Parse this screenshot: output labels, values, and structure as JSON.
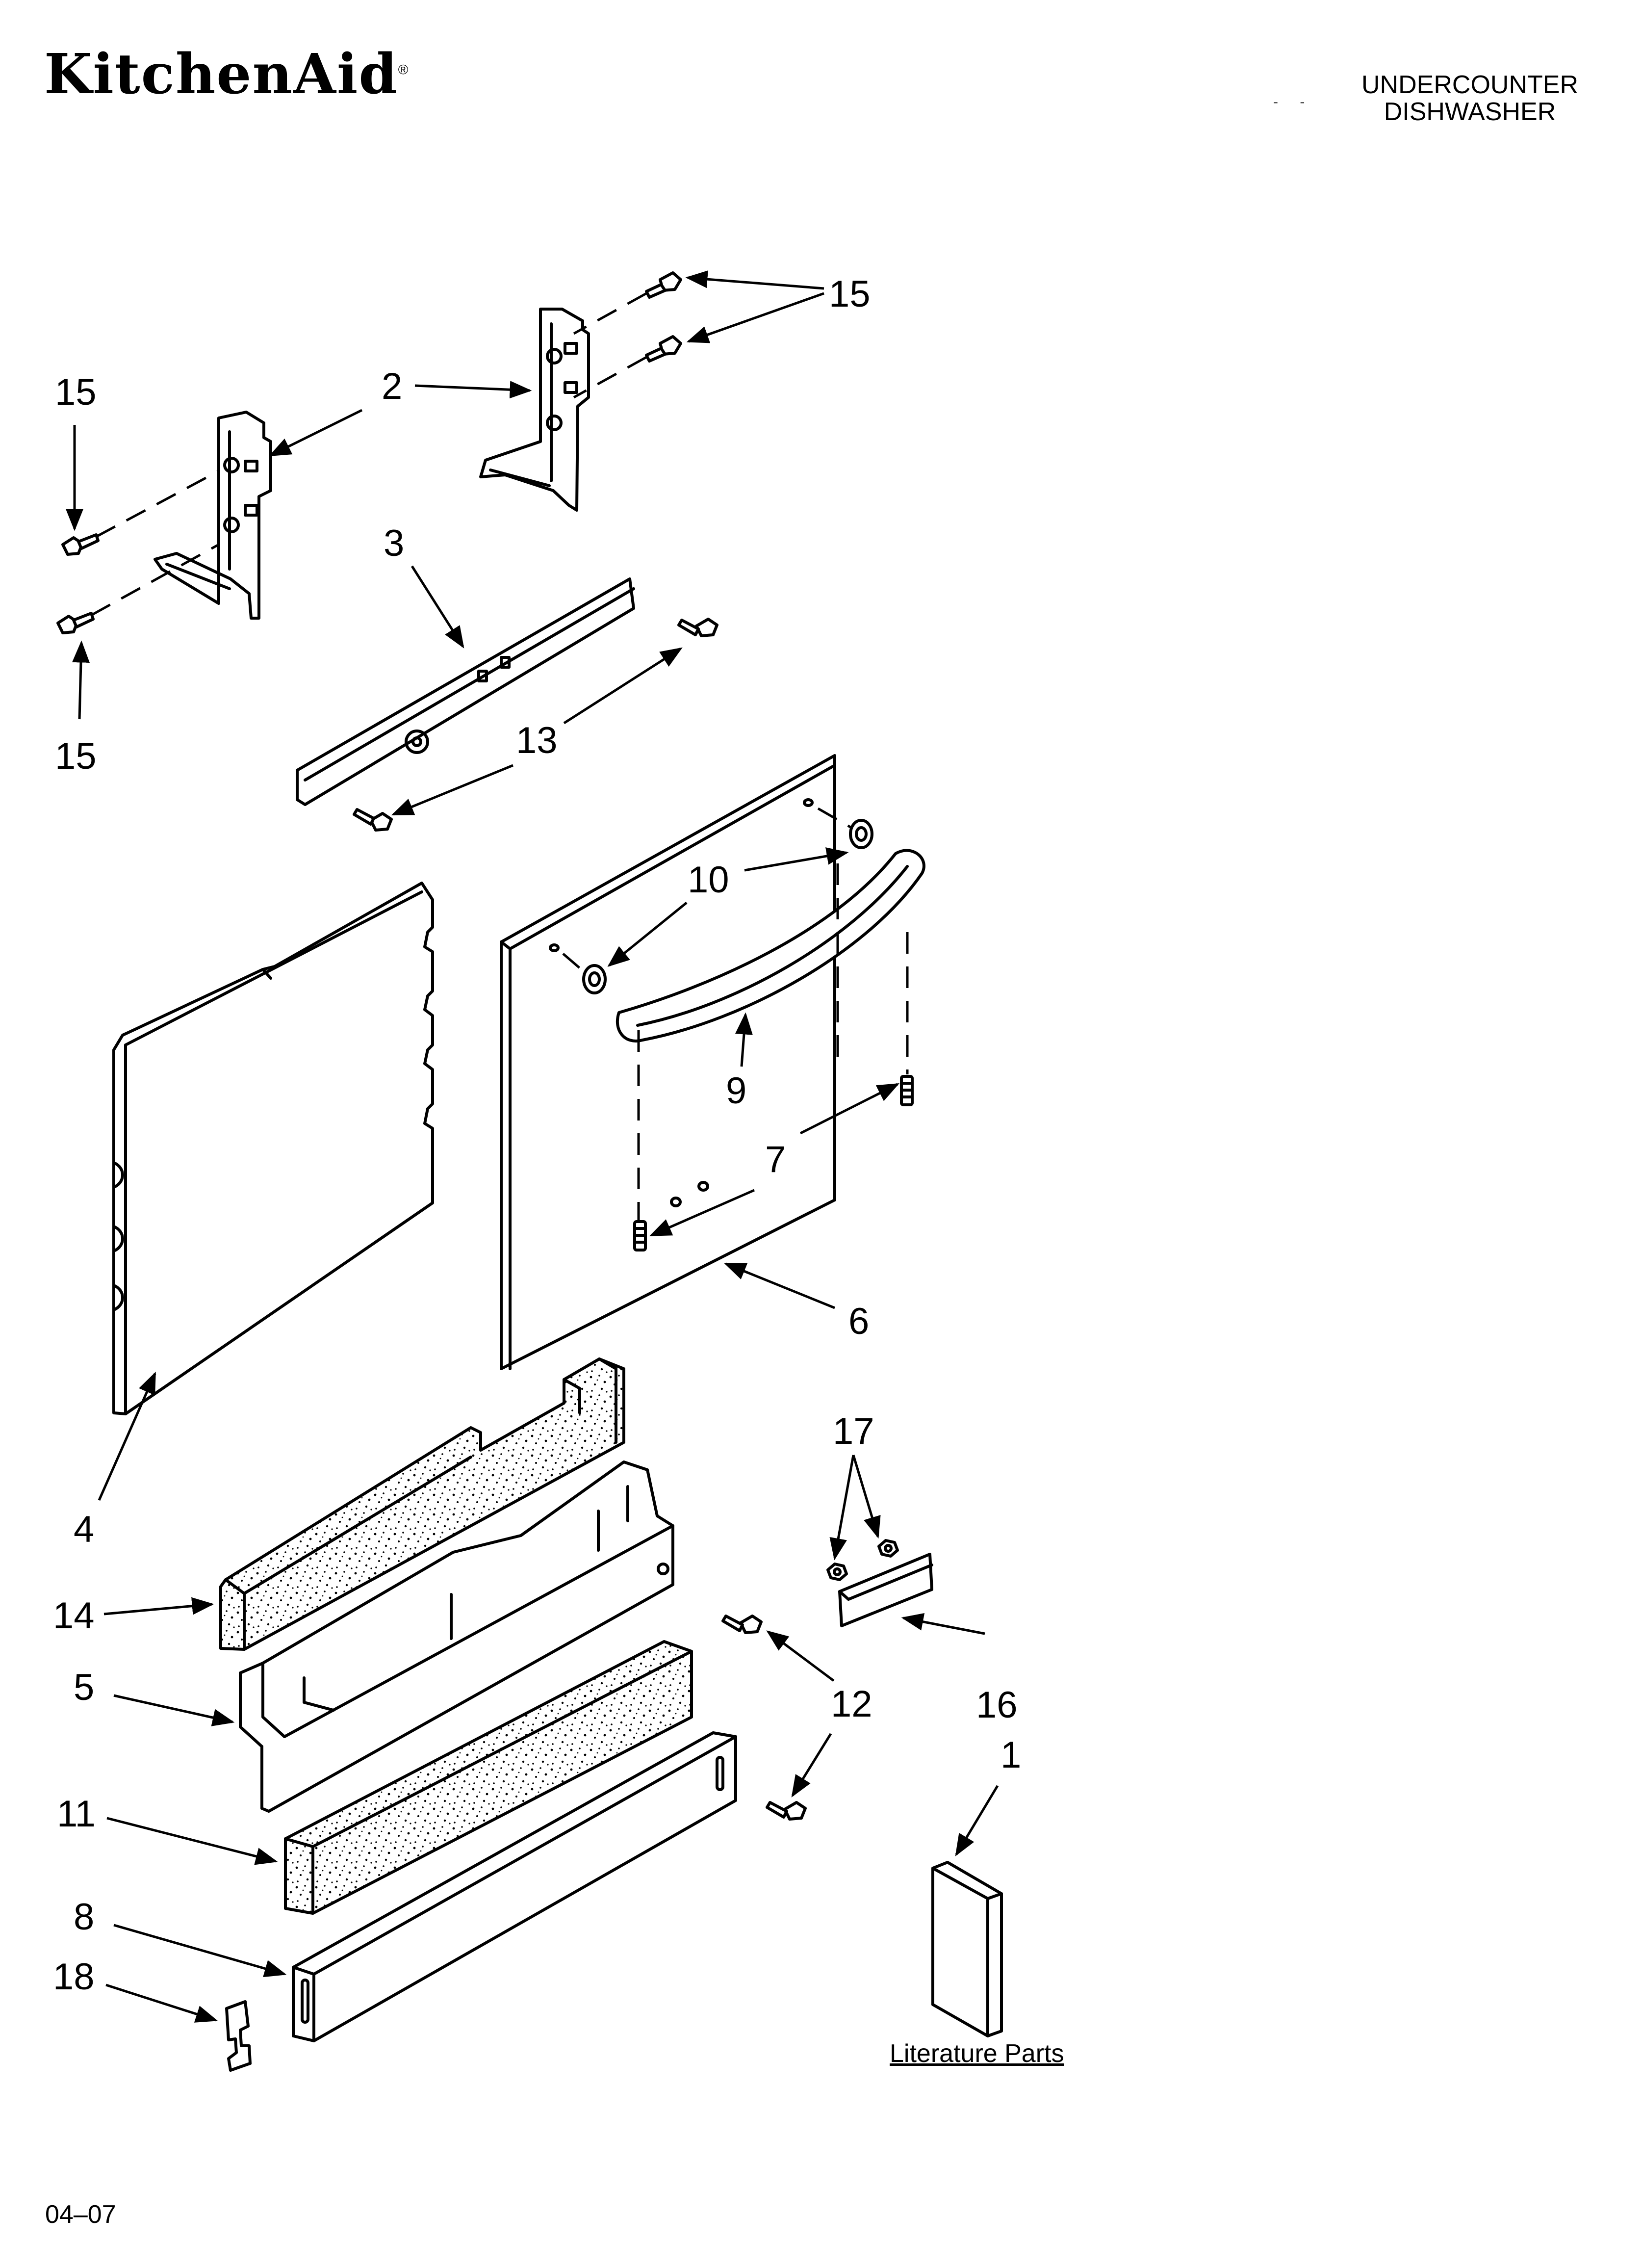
{
  "header": {
    "brand": "KitchenAid",
    "brand_mark": "®",
    "product_line1": "UNDERCOUNTER",
    "product_line2": "DISHWASHER",
    "small_mark": "- -"
  },
  "callouts": [
    "15",
    "2",
    "15",
    "15",
    "3",
    "13",
    "10",
    "9",
    "7",
    "6",
    "4",
    "17",
    "14",
    "5",
    "12",
    "16",
    "1",
    "12",
    "11",
    "8",
    "18"
  ],
  "literature_label": "Literature Parts",
  "footer_code": "04–07"
}
